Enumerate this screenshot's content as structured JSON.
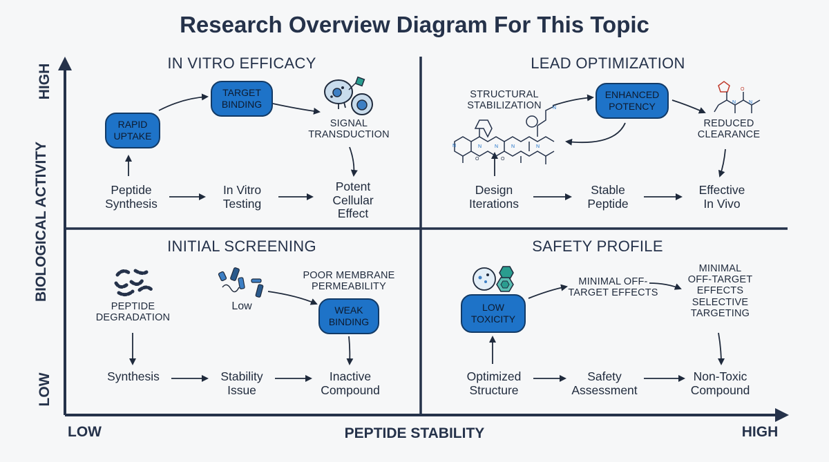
{
  "title": "Research Overview Diagram For This Topic",
  "axes": {
    "x_label": "PEPTIDE STABILITY",
    "x_low": "LOW",
    "x_high": "HIGH",
    "y_label": "BIOLOGICAL ACTIVITY",
    "y_low": "LOW",
    "y_high": "HIGH"
  },
  "quadrants": {
    "top_left": {
      "title": "IN VITRO EFFICACY",
      "pill_rapid_uptake": "RAPID\nUPTAKE",
      "pill_target_binding": "TARGET\nBINDING",
      "signal_transduction": "SIGNAL\nTRANSDUCTION",
      "flow": [
        "Peptide\nSynthesis",
        "In Vitro\nTesting",
        "Potent\nCellular\nEffect"
      ]
    },
    "top_right": {
      "title": "LEAD OPTIMIZATION",
      "structural_stabilization": "STRUCTURAL\nSTABILIZATION",
      "pill_enhanced_potency": "ENHANCED\nPOTENCY",
      "reduced_clearance": "REDUCED\nCLEARANCE",
      "flow": [
        "Design\nIterations",
        "Stable\nPeptide",
        "Effective\nIn Vivo"
      ]
    },
    "bottom_left": {
      "title": "INITIAL SCREENING",
      "peptide_degradation": "PEPTIDE\nDEGRADATION",
      "low": "Low",
      "poor_membrane": "POOR MEMBRANE\nPERMEABILITY",
      "pill_weak_binding": "WEAK\nBINDING",
      "flow": [
        "Synthesis",
        "Stability\nIssue",
        "Inactive\nCompound"
      ]
    },
    "bottom_right": {
      "title": "SAFETY PROFILE",
      "pill_low_toxicity": "LOW\nTOXICITY",
      "minimal_off_target": "MINIMAL OFF-\nTARGET EFFECTS",
      "selective": "MINIMAL\nOFF-TARGET\nEFFECTS\nSELECTIVE\nTARGETING",
      "flow": [
        "Optimized\nStructure",
        "Safety\nAssessment",
        "Non-Toxic\nCompound"
      ]
    }
  },
  "colors": {
    "pill_fill": "#1e73c8",
    "pill_border": "#123a66",
    "ink": "#25324a",
    "icon_teal": "#2a9d8f",
    "icon_blue": "#3d7fc4"
  },
  "icons": [
    "cells-icon",
    "molecule-structure-icon",
    "small-molecule-icon",
    "degraded-peptide-icon",
    "fragments-icon",
    "hexagon-cells-icon"
  ]
}
